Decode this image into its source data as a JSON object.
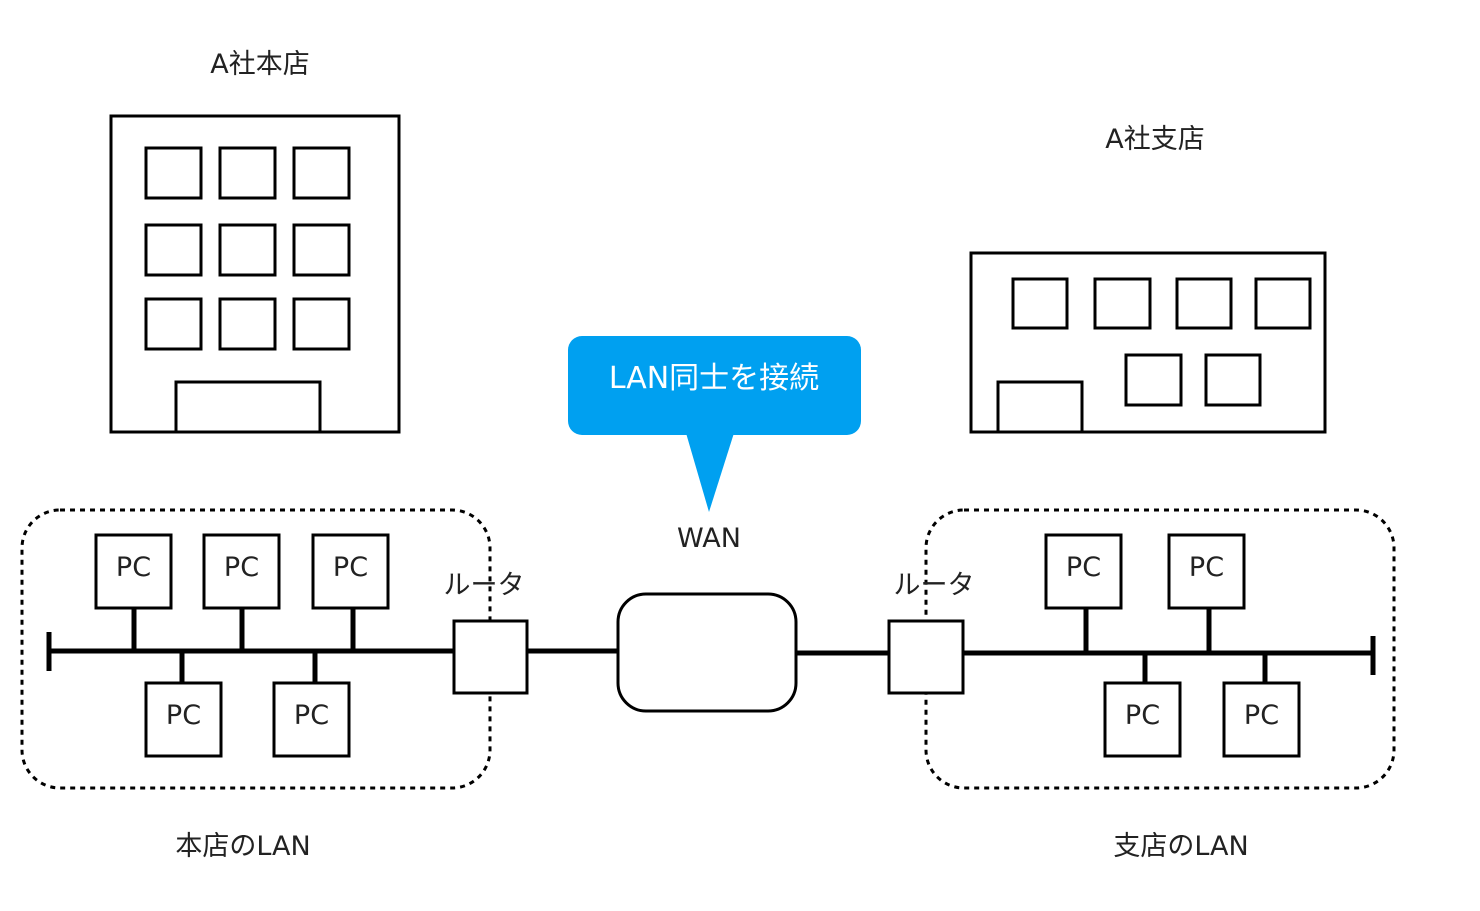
{
  "buildings": {
    "head_office": {
      "label": "A社本店"
    },
    "branch_office": {
      "label": "A社支店"
    }
  },
  "callout": {
    "text": "LAN同士を接続",
    "color": "#00A0F0"
  },
  "wan": {
    "label": "WAN"
  },
  "head_lan": {
    "caption": "本店のLAN",
    "router_label": "ルータ",
    "pcs": [
      "PC",
      "PC",
      "PC",
      "PC",
      "PC"
    ]
  },
  "branch_lan": {
    "caption": "支店のLAN",
    "router_label": "ルータ",
    "pcs": [
      "PC",
      "PC",
      "PC",
      "PC"
    ]
  },
  "colors": {
    "line": "#000000",
    "text": "#222222",
    "background": "#ffffff"
  }
}
